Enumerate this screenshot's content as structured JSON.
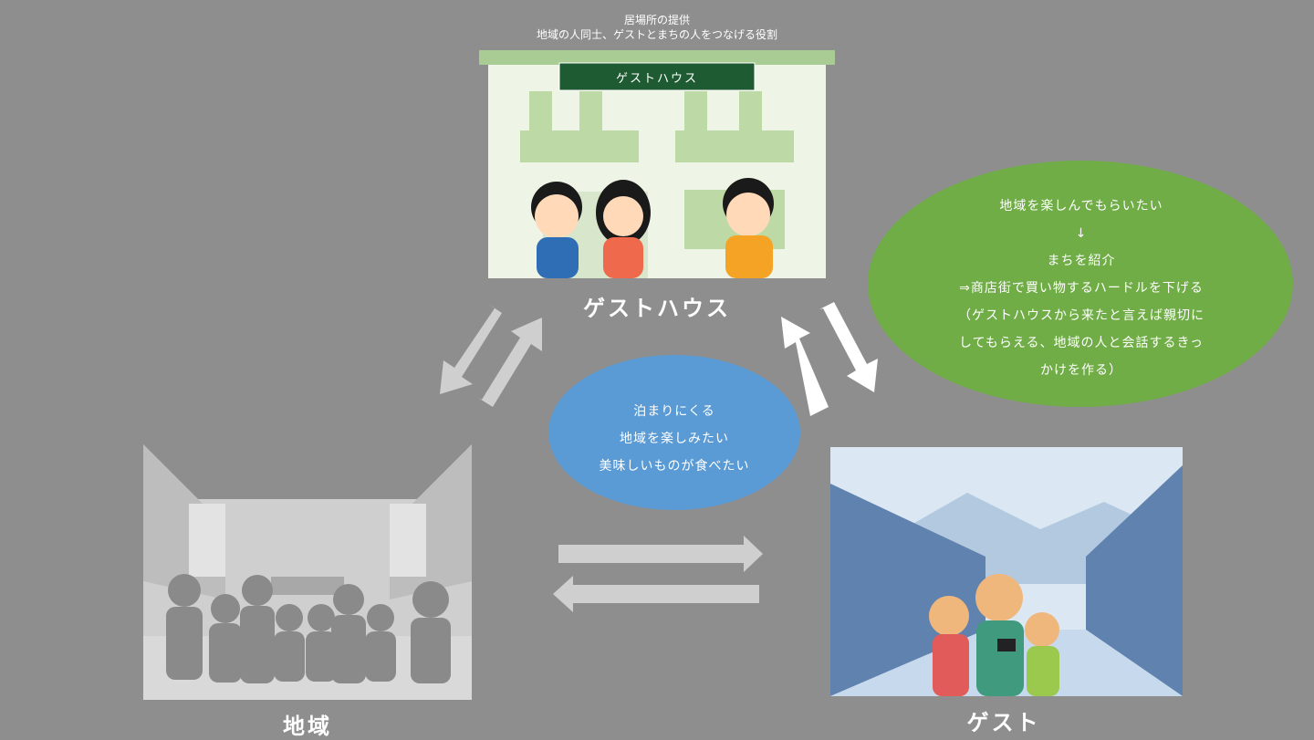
{
  "caption": {
    "line1": "居場所の提供",
    "line2": "地域の人同士、ゲストとまちの人をつなげる役割"
  },
  "guesthouse": {
    "sign": "ゲストハウス",
    "label": "ゲストハウス"
  },
  "community": {
    "label": "地域"
  },
  "guest": {
    "label": "ゲスト"
  },
  "guest_needs": {
    "lines": [
      "泊まりにくる",
      "地域を楽しみたい",
      "美味しいものが食べたい"
    ]
  },
  "guesthouse_role": {
    "lines": [
      "地域を楽しんでもらいたい",
      "↓",
      "まちを紹介",
      "⇒商店街で買い物するハードルを下げる",
      "（ゲストハウスから来たと言えば親切に",
      "してもらえる、地域の人と会話するきっ",
      "かけを作る）"
    ]
  },
  "colors": {
    "background": "#8f8e8f",
    "blue_bubble": "#5b9bd5",
    "green_bubble": "#70ad47",
    "arrow_grey": "#d0cfd0",
    "arrow_white": "#ffffff",
    "sign_green": "#1f5b32"
  }
}
